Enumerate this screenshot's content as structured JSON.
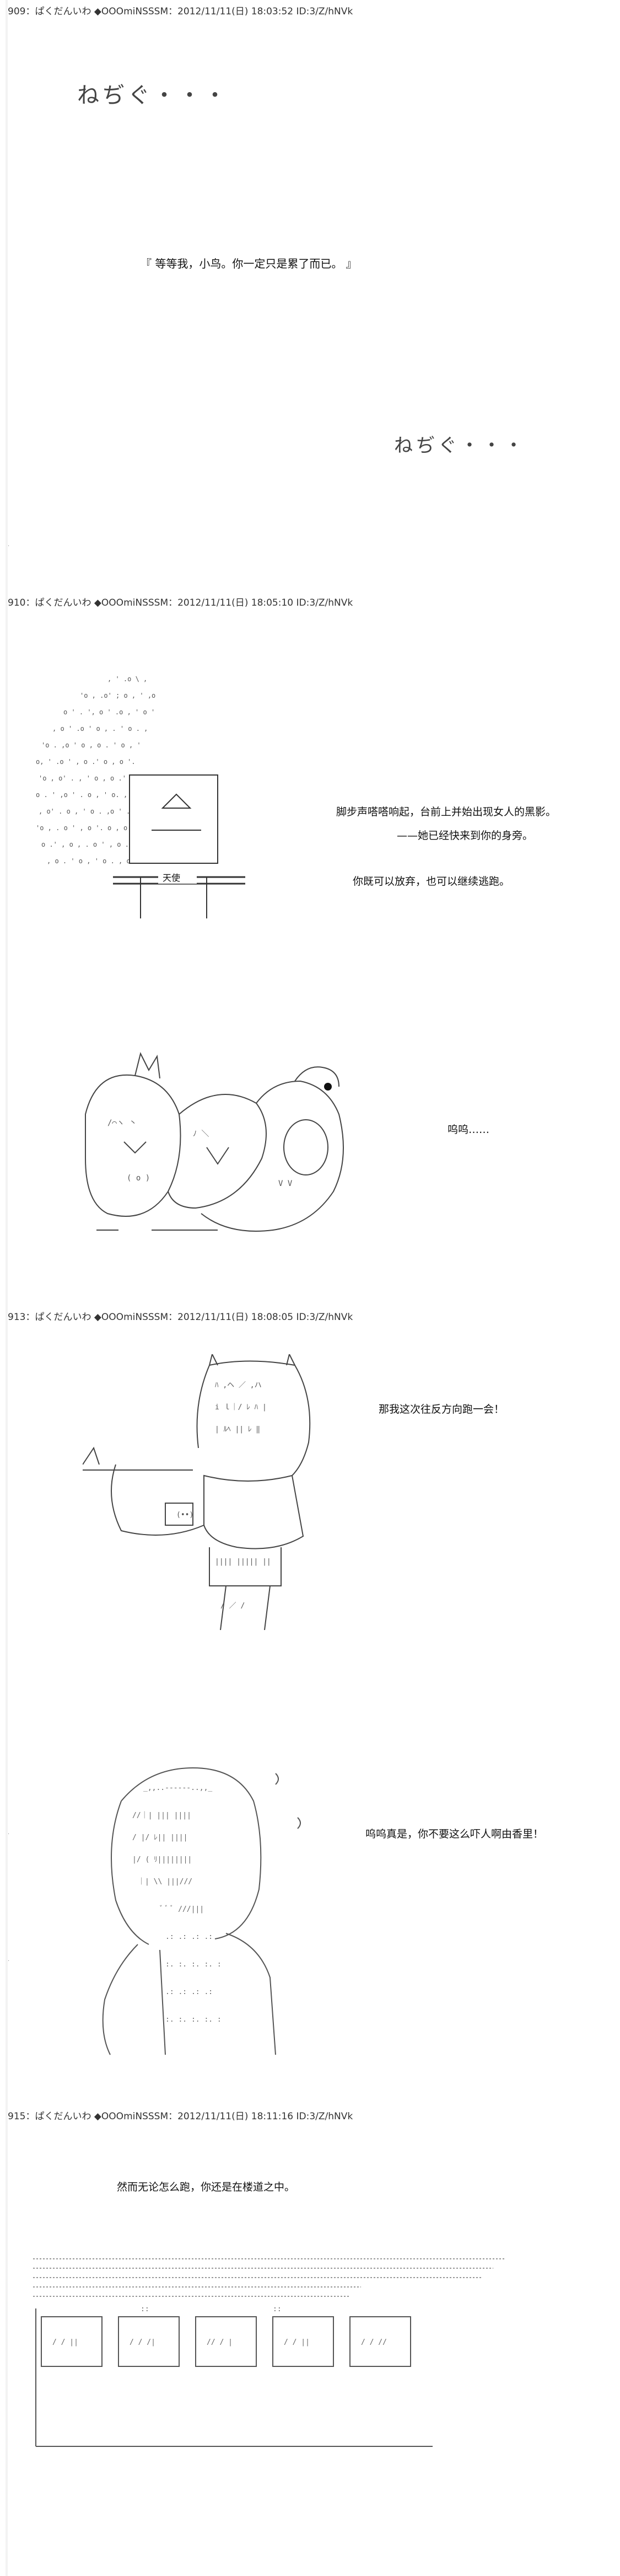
{
  "posts": [
    {
      "header": "909：ぱくだんいわ ◆OOOmiNSSSM：2012/11/11(日) 18:03:52 ID:3/Z/hNVk",
      "shout1": "ねぢぐ・・・",
      "dialogue": "『 等等我，小鸟。你一定只是累了而已。 』",
      "shout2": "ねぢぐ・・・"
    },
    {
      "header": "910：ぱくだんいわ ◆OOOmiNSSSM：2012/11/11(日) 18:05:10 ID:3/Z/hNVk",
      "art_label": "天使",
      "line1": "脚步声嗒嗒响起，台前上并始出现女人的黑影。",
      "line2": "——她已经快来到你的身旁。",
      "line3": "你既可以放弃，也可以继续逃跑。",
      "line4": "呜呜……"
    },
    {
      "header": "913：ぱくだんいわ ◆OOOmiNSSSM：2012/11/11(日) 18:08:05 ID:3/Z/hNVk",
      "line1": "那我这次往反方向跑一会！",
      "line2": "呜呜真是，你不要这么吓人啊由香里！"
    },
    {
      "header": "915：ぱくだんいわ ◆OOOmiNSSSM：2012/11/11(日) 18:11:16 ID:3/Z/hNVk",
      "line1": "然而无论怎么跑，你还是在楼道之中。"
    }
  ]
}
